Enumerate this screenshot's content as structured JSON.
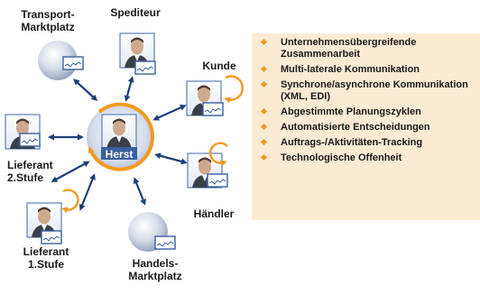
{
  "nodes": {
    "transport": "Transport-\nMarktplatz",
    "spediteur": "Spediteur",
    "kunde": "Kunde",
    "lieferant2": "Lieferant\n2.Stufe",
    "herst": "Herst",
    "haendler": "Händler",
    "lieferant1": "Lieferant\n1.Stufe",
    "handels": "Handels-\nMarktplatz"
  },
  "bullets": [
    "Unternehmensübergreifende Zusammenarbeit",
    "Multi-laterale Kommunikation",
    "Synchrone/asynchrone Kommunikation (XML, EDI)",
    "Abgestimmte Planungszyklen",
    "Automatisierte Entscheidungen",
    "Auftrags-/Aktivitäten-Tracking",
    "Technologische Offenheit"
  ],
  "colors": {
    "accent": "#f39a1f",
    "panel": "#fcebd3",
    "arrow": "#1f3f7a",
    "frame": "#5c7fb5"
  }
}
